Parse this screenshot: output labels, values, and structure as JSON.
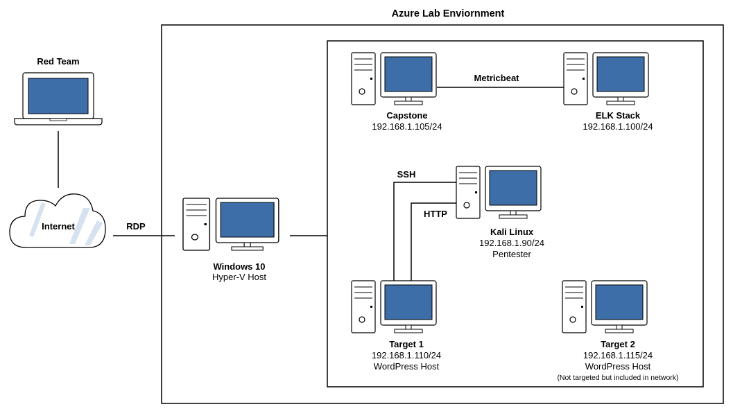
{
  "title": "Azure Lab Enviornment",
  "red_team": {
    "label": "Red Team"
  },
  "internet": {
    "label": "Internet"
  },
  "links": {
    "rdp": "RDP",
    "metricbeat": "Metricbeat",
    "ssh": "SSH",
    "http": "HTTP"
  },
  "hosts": {
    "windows": {
      "name": "Windows 10",
      "line1": "Hyper-V Host"
    },
    "capstone": {
      "name": "Capstone",
      "line1": "192.168.1.105/24"
    },
    "elk": {
      "name": "ELK Stack",
      "line1": "192.168.1.100/24"
    },
    "kali": {
      "name": "Kali Linux",
      "line1": "192.168.1.90/24",
      "line2": "Pentester"
    },
    "target1": {
      "name": "Target 1",
      "line1": "192.168.1.110/24",
      "line2": "WordPress Host"
    },
    "target2": {
      "name": "Target 2",
      "line1": "192.168.1.115/24",
      "line2": "WordPress Host",
      "note": "(Not targeted but included in network)"
    }
  },
  "colors": {
    "screen": "#3d6ea8",
    "bezel": "#2f5f99",
    "stroke": "#000000",
    "cloud": "#d6e2f0"
  }
}
